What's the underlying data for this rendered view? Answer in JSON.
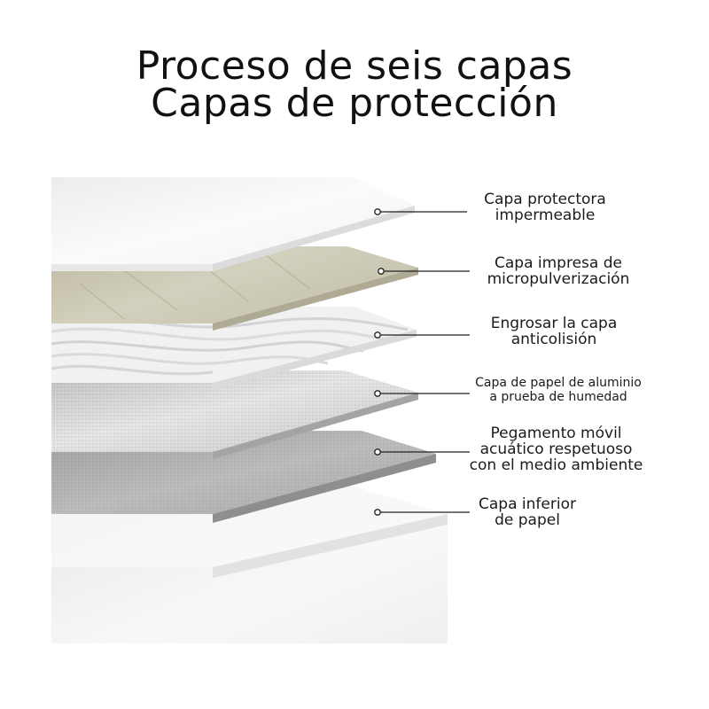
{
  "title_line1": "Proceso de seis capas",
  "title_line2": "Capas de protección",
  "layers": [
    {
      "id": "protectora",
      "label": "Capa protectora\nimpermeable"
    },
    {
      "id": "impresa",
      "label": "Capa impresa de\nmicropulverización"
    },
    {
      "id": "anticolision",
      "label": "Engrosar la capa\nanticolisión"
    },
    {
      "id": "aluminio",
      "label": "Capa de papel de aluminio\na prueba de humedad"
    },
    {
      "id": "pegamento",
      "label": "Pegamento móvil\nacuático respetuoso\ncon el medio ambiente"
    },
    {
      "id": "papel",
      "label": "Capa inferior\nde papel"
    }
  ],
  "colors": {
    "leader_line": "#222222",
    "layer_white": "#f7f7f7",
    "layer_beige": "#c9c6b2",
    "layer_wave": "#eeeeee",
    "layer_foil": "#d2d2d2",
    "layer_glue": "#b0b0b0",
    "layer_paper": "#f2f2f2"
  }
}
